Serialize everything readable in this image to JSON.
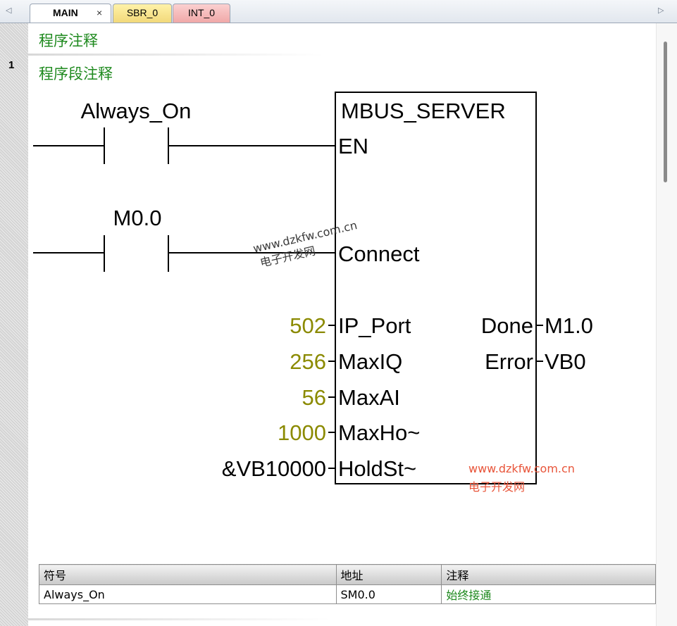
{
  "tabs": {
    "nav_left": "◁",
    "nav_right": "▷",
    "items": [
      {
        "label": "MAIN",
        "close": "×"
      },
      {
        "label": "SBR_0"
      },
      {
        "label": "INT_0"
      }
    ]
  },
  "program_comment": "程序注释",
  "network": {
    "number": "1",
    "comment": "程序段注释",
    "contacts": [
      "Always_On",
      "M0.0"
    ],
    "block": {
      "name": "MBUS_SERVER",
      "en": "EN",
      "inputs": [
        {
          "pin": "Connect",
          "value": ""
        },
        {
          "pin": "IP_Port",
          "value": "502"
        },
        {
          "pin": "MaxIQ",
          "value": "256"
        },
        {
          "pin": "MaxAI",
          "value": "56"
        },
        {
          "pin": "MaxHo~",
          "value": "1000"
        },
        {
          "pin": "HoldSt~",
          "value": "&VB10000"
        }
      ],
      "outputs": [
        {
          "pin": "Done",
          "value": "M1.0"
        },
        {
          "pin": "Error",
          "value": "VB0"
        }
      ]
    }
  },
  "watermark": {
    "url": "www.dzkfw.com.cn",
    "name": "电子开发网",
    "color_gray": "#3a3a3a",
    "color_red": "#e8553a"
  },
  "symbol_table": {
    "headers": [
      "符号",
      "地址",
      "注释"
    ],
    "rows": [
      {
        "symbol": "Always_On",
        "address": "SM0.0",
        "comment": "始终接通"
      }
    ]
  },
  "colors": {
    "comment_green": "#1f8a1f",
    "constant_olive": "#8b8a00"
  }
}
